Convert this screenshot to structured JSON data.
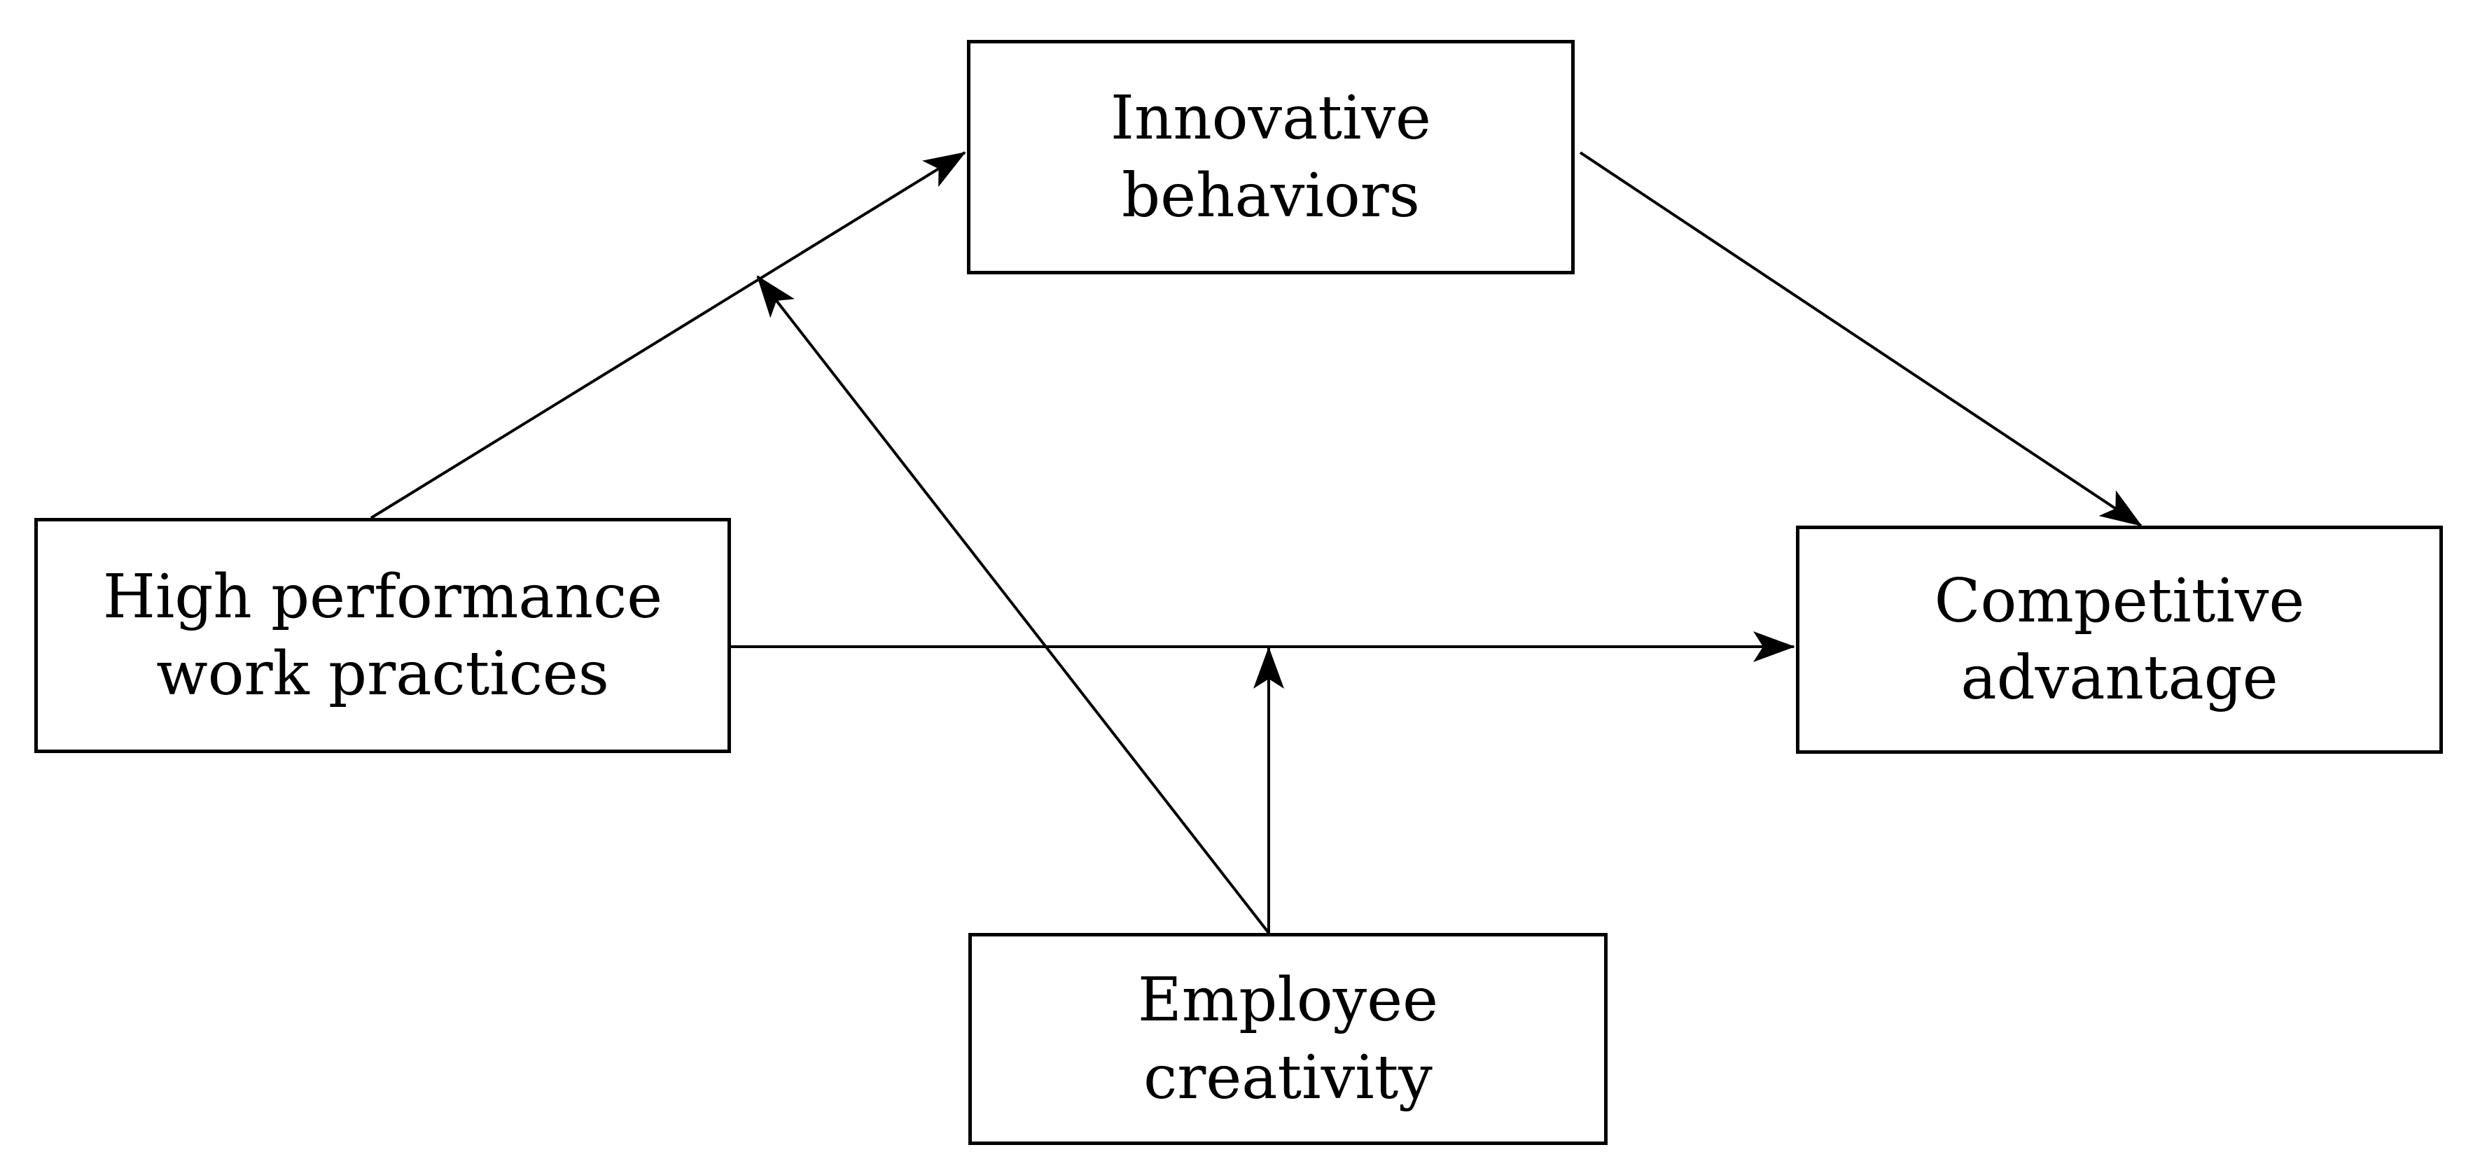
{
  "diagram": {
    "nodes": {
      "innovative_behaviors": "Innovative\nbehaviors",
      "high_performance_work_practices": "High performance\nwork practices",
      "competitive_advantage": "Competitive\nadvantage",
      "employee_creativity": "Employee\ncreativity"
    },
    "edges": [
      {
        "from": "high_performance_work_practices",
        "to": "innovative_behaviors"
      },
      {
        "from": "innovative_behaviors",
        "to": "competitive_advantage"
      },
      {
        "from": "high_performance_work_practices",
        "to": "competitive_advantage"
      },
      {
        "from": "employee_creativity",
        "to": "path:high_performance_work_practices->innovative_behaviors"
      },
      {
        "from": "employee_creativity",
        "to": "path:high_performance_work_practices->competitive_advantage"
      }
    ],
    "colors": {
      "stroke": "#000000",
      "background": "#ffffff"
    }
  }
}
